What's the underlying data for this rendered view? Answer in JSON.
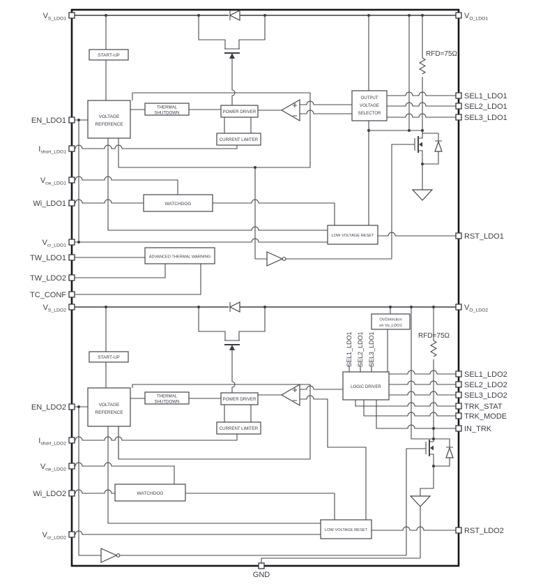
{
  "diagram": {
    "kind": "dual-ldo-block-diagram",
    "gnd_label": "GND",
    "rfd_label_1": "RFD=75Ω",
    "rfd_label_2": "RFD=75Ω"
  },
  "pins": {
    "left": [
      {
        "main": "V",
        "sub": "S_LDO1"
      },
      {
        "label": "EN_LDO1"
      },
      {
        "main": "I",
        "sub": "short_LDO1"
      },
      {
        "main": "V",
        "sub": "cw_LDO1"
      },
      {
        "label": "Wi_LDO1"
      },
      {
        "main": "V",
        "sub": "cr_LDO1"
      },
      {
        "label": "TW_LDO1"
      },
      {
        "label": "TW_LDO2"
      },
      {
        "label": "TC_CONF"
      },
      {
        "main": "V",
        "sub": "S_LDO2"
      },
      {
        "label": "EN_LDO2"
      },
      {
        "main": "I",
        "sub": "short_LDO2"
      },
      {
        "main": "V",
        "sub": "cw_LDO2"
      },
      {
        "label": "Wi_LDO2"
      },
      {
        "main": "V",
        "sub": "cr_LDO2"
      }
    ],
    "right": [
      {
        "main": "V",
        "sub": "O_LDO1"
      },
      {
        "label": "SEL1_LDO1"
      },
      {
        "label": "SEL2_LDO1"
      },
      {
        "label": "SEL3_LDO1"
      },
      {
        "label": "RST_LDO1"
      },
      {
        "main": "V",
        "sub": "O_LDO2"
      },
      {
        "label": "SEL1_LDO2"
      },
      {
        "label": "SEL2_LDO2"
      },
      {
        "label": "SEL3_LDO2"
      },
      {
        "label": "TRK_STAT"
      },
      {
        "label": "TRK_MODE"
      },
      {
        "label": "IN_TRK"
      },
      {
        "label": "RST_LDO2"
      }
    ],
    "bottom": [
      {
        "label": "GND"
      }
    ]
  },
  "blocks": {
    "ldo1": {
      "startup": "START-UP",
      "vref_line1": "VOLTAGE",
      "vref_line2": "REFERENCE",
      "thermal_line1": "THERMAL",
      "thermal_line2": "SHUTDOWN",
      "power_driver": "POWER DRIVER",
      "current_limiter": "CURRENT LIMITER",
      "watchdog": "WATCHDOG",
      "ovs_line1": "OUTPUT",
      "ovs_line2": "VOLTAGE",
      "ovs_line3": "SELECTOR",
      "low_voltage_reset": "LOW VOLTAGE RESET"
    },
    "shared": {
      "advanced_thermal_warning": "ADVANCED THERMAL WARNING"
    },
    "ldo2": {
      "startup": "START-UP",
      "vref_line1": "VOLTAGE",
      "vref_line2": "REFERENCE",
      "thermal_line1": "THERMAL",
      "thermal_line2": "SHUTDOWN",
      "power_driver": "POWER DRIVER",
      "current_limiter": "CURRENT LIMITER",
      "watchdog": "WATCHDOG",
      "ovdet_line1": "OVDetection",
      "ovdet_line2": "on Vo_LDO1",
      "logic_driver": "LOGIC DRIVER",
      "low_voltage_reset": "LOW VOLTAGE RESET",
      "sel_inputs": [
        "SEL1_LDO1",
        "SEL2_LDO1",
        "SEL3_LDO1"
      ]
    }
  }
}
